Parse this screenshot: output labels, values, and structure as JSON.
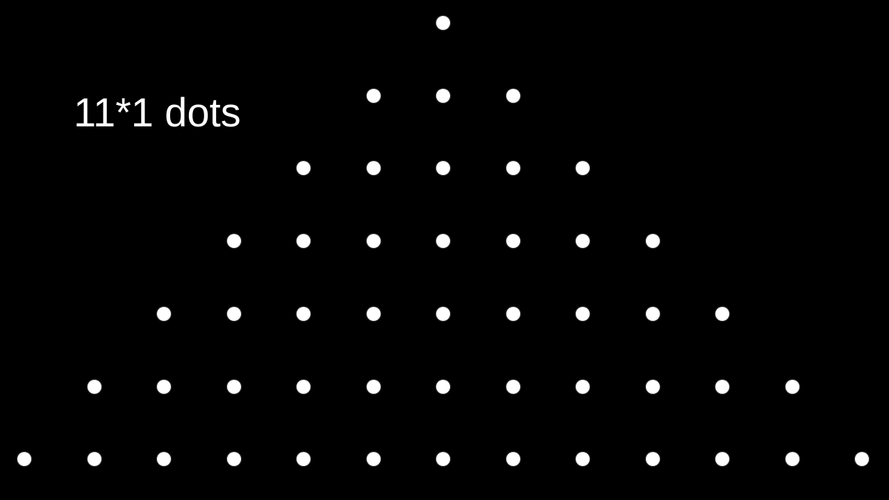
{
  "title": "11*1 dots",
  "colors": {
    "background": "#000000",
    "dot": "#ffffff",
    "text": "#ffffff"
  },
  "pattern": {
    "row_counts": [
      1,
      3,
      5,
      7,
      9,
      11,
      13
    ]
  }
}
